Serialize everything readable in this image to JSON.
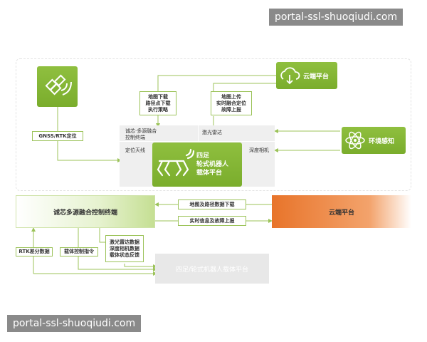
{
  "watermark_top": "portal-ssl-shuoqiudi.com",
  "watermark_bottom": "portal-ssl-shuoqiudi.com",
  "top": {
    "cloud_label": "云端平台",
    "env_label": "环境感知",
    "gnss_label": "GNSS/RTK定位",
    "down_label": "地图下载\n路径点下载\n执行策略",
    "up_label": "地图上传\n实时融合定位\n故障上报",
    "controller_label": "诚芯·多源融合\n控制终端",
    "antenna_label": "定位天线",
    "lidar_label": "激光雷达",
    "depth_label": "深度相机",
    "robot_label": "四足\n轮式机器人\n载体平台"
  },
  "bottom": {
    "terminal_label": "诚芯多源融合控制终端",
    "cloud_label": "云端平台",
    "map_dl_label": "地图及路径数据下载",
    "realtime_label": "实时信息及故障上报",
    "rtk_label": "RTK差分数据",
    "ctrl_label": "载体控制指令",
    "sensor_label": "激光雷达数据\n深度相机数据\n载体状态反馈",
    "robot_platform_label": "四足/轮式机器人载体平台"
  },
  "colors": {
    "green": "#8bbb3a",
    "orange": "#e8742a",
    "line": "#9cc35a"
  },
  "icons": [
    "satellite-icon",
    "cloud-upload-icon",
    "atom-icon",
    "robot-legs-icon"
  ]
}
